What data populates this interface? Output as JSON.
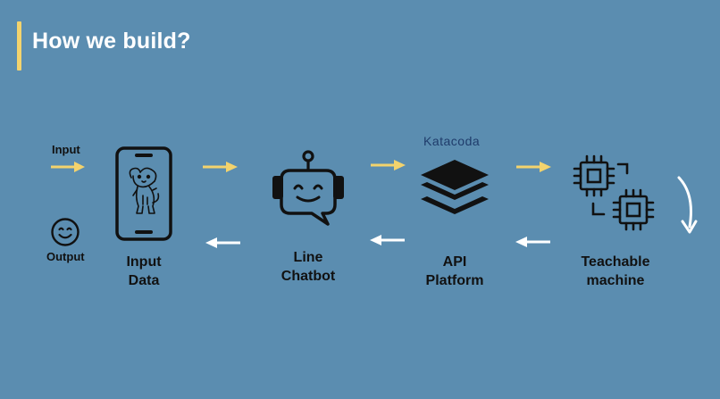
{
  "slide": {
    "title": "How we build?",
    "colors": {
      "background": "#5b8db0",
      "accent": "#f3d36d",
      "forward_arrow": "#f3d36d",
      "back_arrow": "#ffffff",
      "icon": "#111111",
      "brand": "#1f3c6b"
    }
  },
  "io": {
    "input_label": "Input",
    "output_label": "Output",
    "output_icon": "smiley-icon"
  },
  "nodes": [
    {
      "id": "input-data",
      "line1": "Input",
      "line2": "Data",
      "icon": "smartphone-dog-icon"
    },
    {
      "id": "line-chatbot",
      "line1": "Line",
      "line2": "Chatbot",
      "icon": "robot-icon"
    },
    {
      "id": "api-platform",
      "line1": "API",
      "line2": "Platform",
      "icon": "layers-stack-icon",
      "brand": "Katacoda"
    },
    {
      "id": "teachable-machine",
      "line1": "Teachable",
      "line2": "machine",
      "icon": "cpu-chips-icon"
    }
  ]
}
